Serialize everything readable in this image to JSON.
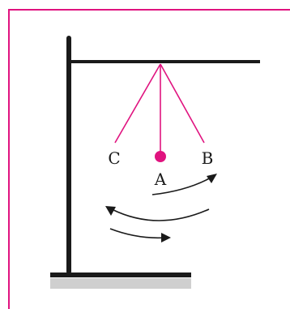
{
  "labels": {
    "left": "C",
    "center": "A",
    "right": "B"
  },
  "colors": {
    "frame": "#e0137f",
    "string": "#e0137f",
    "bob": "#e0137f",
    "stand": "#1a1a1a",
    "base_shadow": "#cfcfcf"
  }
}
